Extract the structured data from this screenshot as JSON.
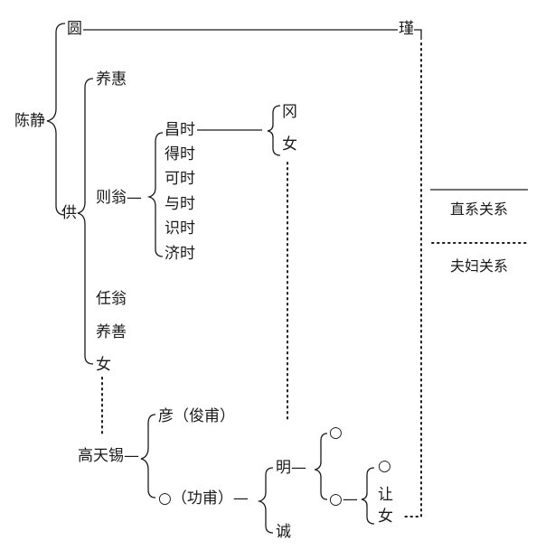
{
  "people": {
    "chenjing": "陈静",
    "yuan": "圆",
    "jin": "瑾",
    "gong": "供",
    "yanghui": "养惠",
    "zeweng": "则翁—",
    "renweng": "任翁",
    "yangshan": "养善",
    "nv1": "女",
    "changshi": "昌时",
    "deshi": "得时",
    "keshi": "可时",
    "yushi": "与时",
    "shishi": "识时",
    "jishi": "济时",
    "gang": "冈",
    "nv2": "女",
    "gaotianxi": "高天锡—",
    "yan": "彦（俊甫）",
    "gongfu": "○（功甫）—",
    "ming": "明—",
    "cheng": "诚",
    "circle1": "○",
    "circle2": "○—",
    "circle3": "○",
    "rang": "让",
    "nv3": "女"
  },
  "legend": {
    "direct": "直系关系",
    "marriage": "夫妇关系"
  }
}
